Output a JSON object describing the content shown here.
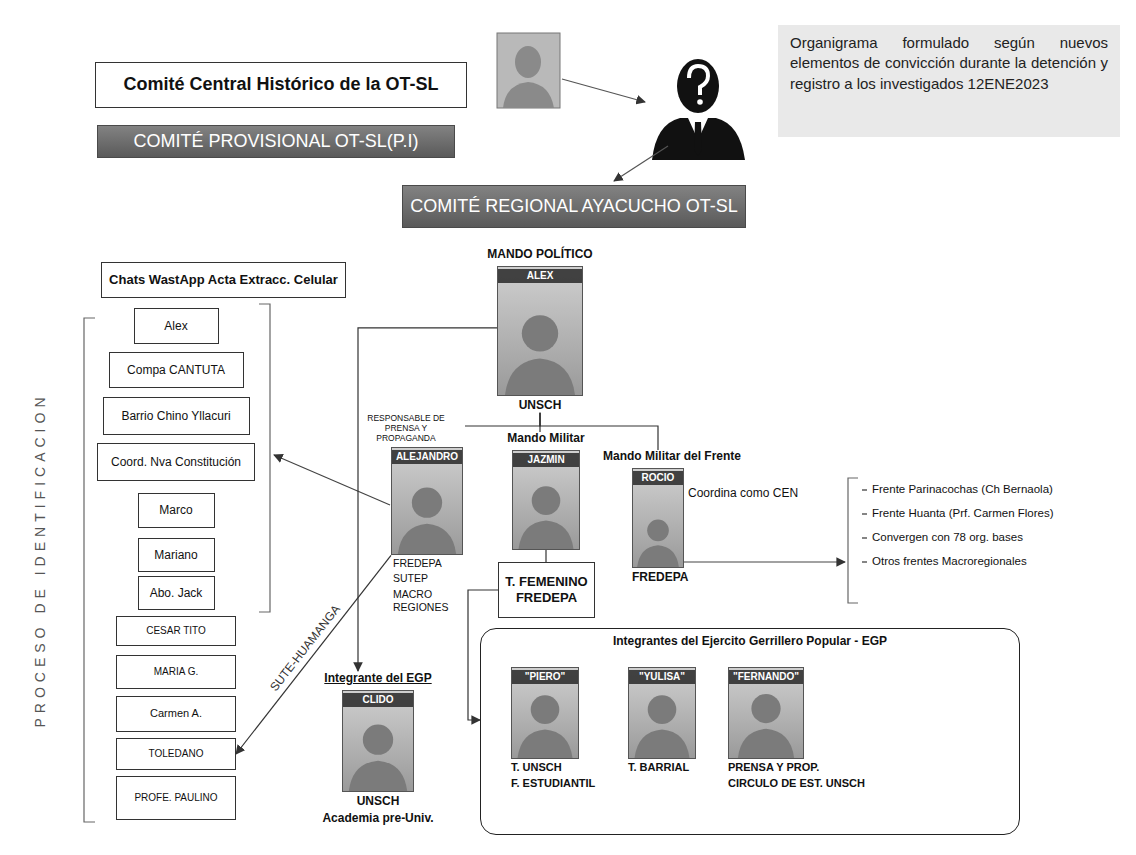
{
  "diagram": {
    "nodes": [
      {
        "text": [
          "Comité Central Histórico de la OT-SL"
        ]
      },
      {
        "text": [
          "Organigrama formulado según nuevos elementos de convicción durante la detención y registro a los investigados 12ENE2023"
        ]
      },
      {
        "text": [
          "COMITÉ PROVISIONAL OT-SL(P.I)"
        ]
      },
      {
        "text": [
          "COMITÉ REGIONAL AYACUCHO OT-SL"
        ]
      },
      {
        "text": [
          "Chats WastApp Acta Extracc. Celular"
        ]
      },
      {
        "text": [
          "Alex"
        ]
      },
      {
        "text": [
          "Compa CANTUTA"
        ]
      },
      {
        "text": [
          "Barrio Chino Yllacuri"
        ]
      },
      {
        "text": [
          "Coord. Nva Constitución"
        ]
      },
      {
        "text": [
          "Marco"
        ]
      },
      {
        "text": [
          "Mariano"
        ]
      },
      {
        "text": [
          "Abo. Jack"
        ]
      },
      {
        "text": [
          "CESAR TITO"
        ]
      },
      {
        "text": [
          "MARIA G."
        ]
      },
      {
        "text": [
          "Carmen A."
        ]
      },
      {
        "text": [
          "TOLEDANO"
        ]
      },
      {
        "text": [
          "PROFE. PAULINO"
        ]
      },
      {
        "text": [
          "MANDO POLÍTICO",
          "ALEX",
          "UNSCH"
        ]
      },
      {
        "text": [
          "RESPONSABLE DE PRENSA Y PROPAGANDA",
          "ALEJANDRO",
          "FREDEPA",
          "SUTEP",
          "MACRO REGIONES"
        ]
      },
      {
        "text": [
          "Mando Militar",
          "JAZMIN"
        ]
      },
      {
        "text": [
          "Mando Militar del Frente",
          "ROCIO",
          "FREDEPA"
        ]
      },
      {
        "text": [
          "T. FEMENINO FREDEPA"
        ]
      },
      {
        "text": [
          "Integrante del EGP",
          "CLIDO",
          "UNSCH",
          "Academia pre-Univ."
        ]
      },
      {
        "text": [
          "Integrantes del Ejercito Gerrillero Popular - EGP"
        ]
      },
      {
        "text": [
          "\"PIERO\"",
          "T. UNSCH",
          "F. ESTUDIANTIL"
        ],
        "in": 23
      },
      {
        "text": [
          "\"YULISA\"",
          "T. BARRIAL"
        ],
        "in": 23
      },
      {
        "text": [
          "\"FERNANDO\"",
          "PRENSA Y PROP.",
          "CIRCULO DE EST. UNSCH"
        ],
        "in": 23
      }
    ],
    "edges": [
      {
        "from": 17,
        "to": 18,
        "arrow": "none"
      },
      {
        "from": 17,
        "to": 19,
        "arrow": "none"
      },
      {
        "from": 17,
        "to": 20,
        "arrow": "none"
      },
      {
        "from": 17,
        "to": 22,
        "arrow": "to"
      },
      {
        "from": 19,
        "to": 21,
        "arrow": "none"
      },
      {
        "from": 21,
        "to": 23,
        "arrow": "to"
      },
      {
        "from": 18,
        "to": 15,
        "label": "SUTE-HUAMANGA",
        "arrow": "to"
      }
    ],
    "labels": [
      "PROCESO DE IDENTIFICACION",
      "Coordina como CEN",
      "Frente Parinacochas (Ch Bernaola)",
      "Frente Huanta (Prf. Carmen Flores)",
      "Convergen con 78 org. bases",
      "Otros frentes Macroregionales"
    ]
  }
}
